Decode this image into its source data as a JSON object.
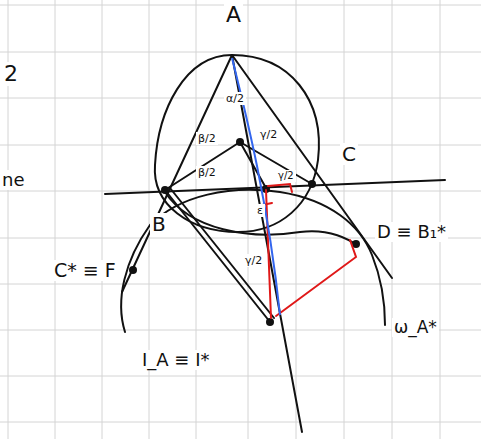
{
  "diagram": {
    "labels": [
      "A",
      "2",
      "ne",
      "α/2",
      "β/2",
      "β/2",
      "γ/2",
      "γ/2",
      "ε",
      "γ/2",
      "B",
      "C",
      "C* ≡ F",
      "D ≡ B₁*",
      "I_A ≡ I*",
      "ω_A*"
    ]
  }
}
